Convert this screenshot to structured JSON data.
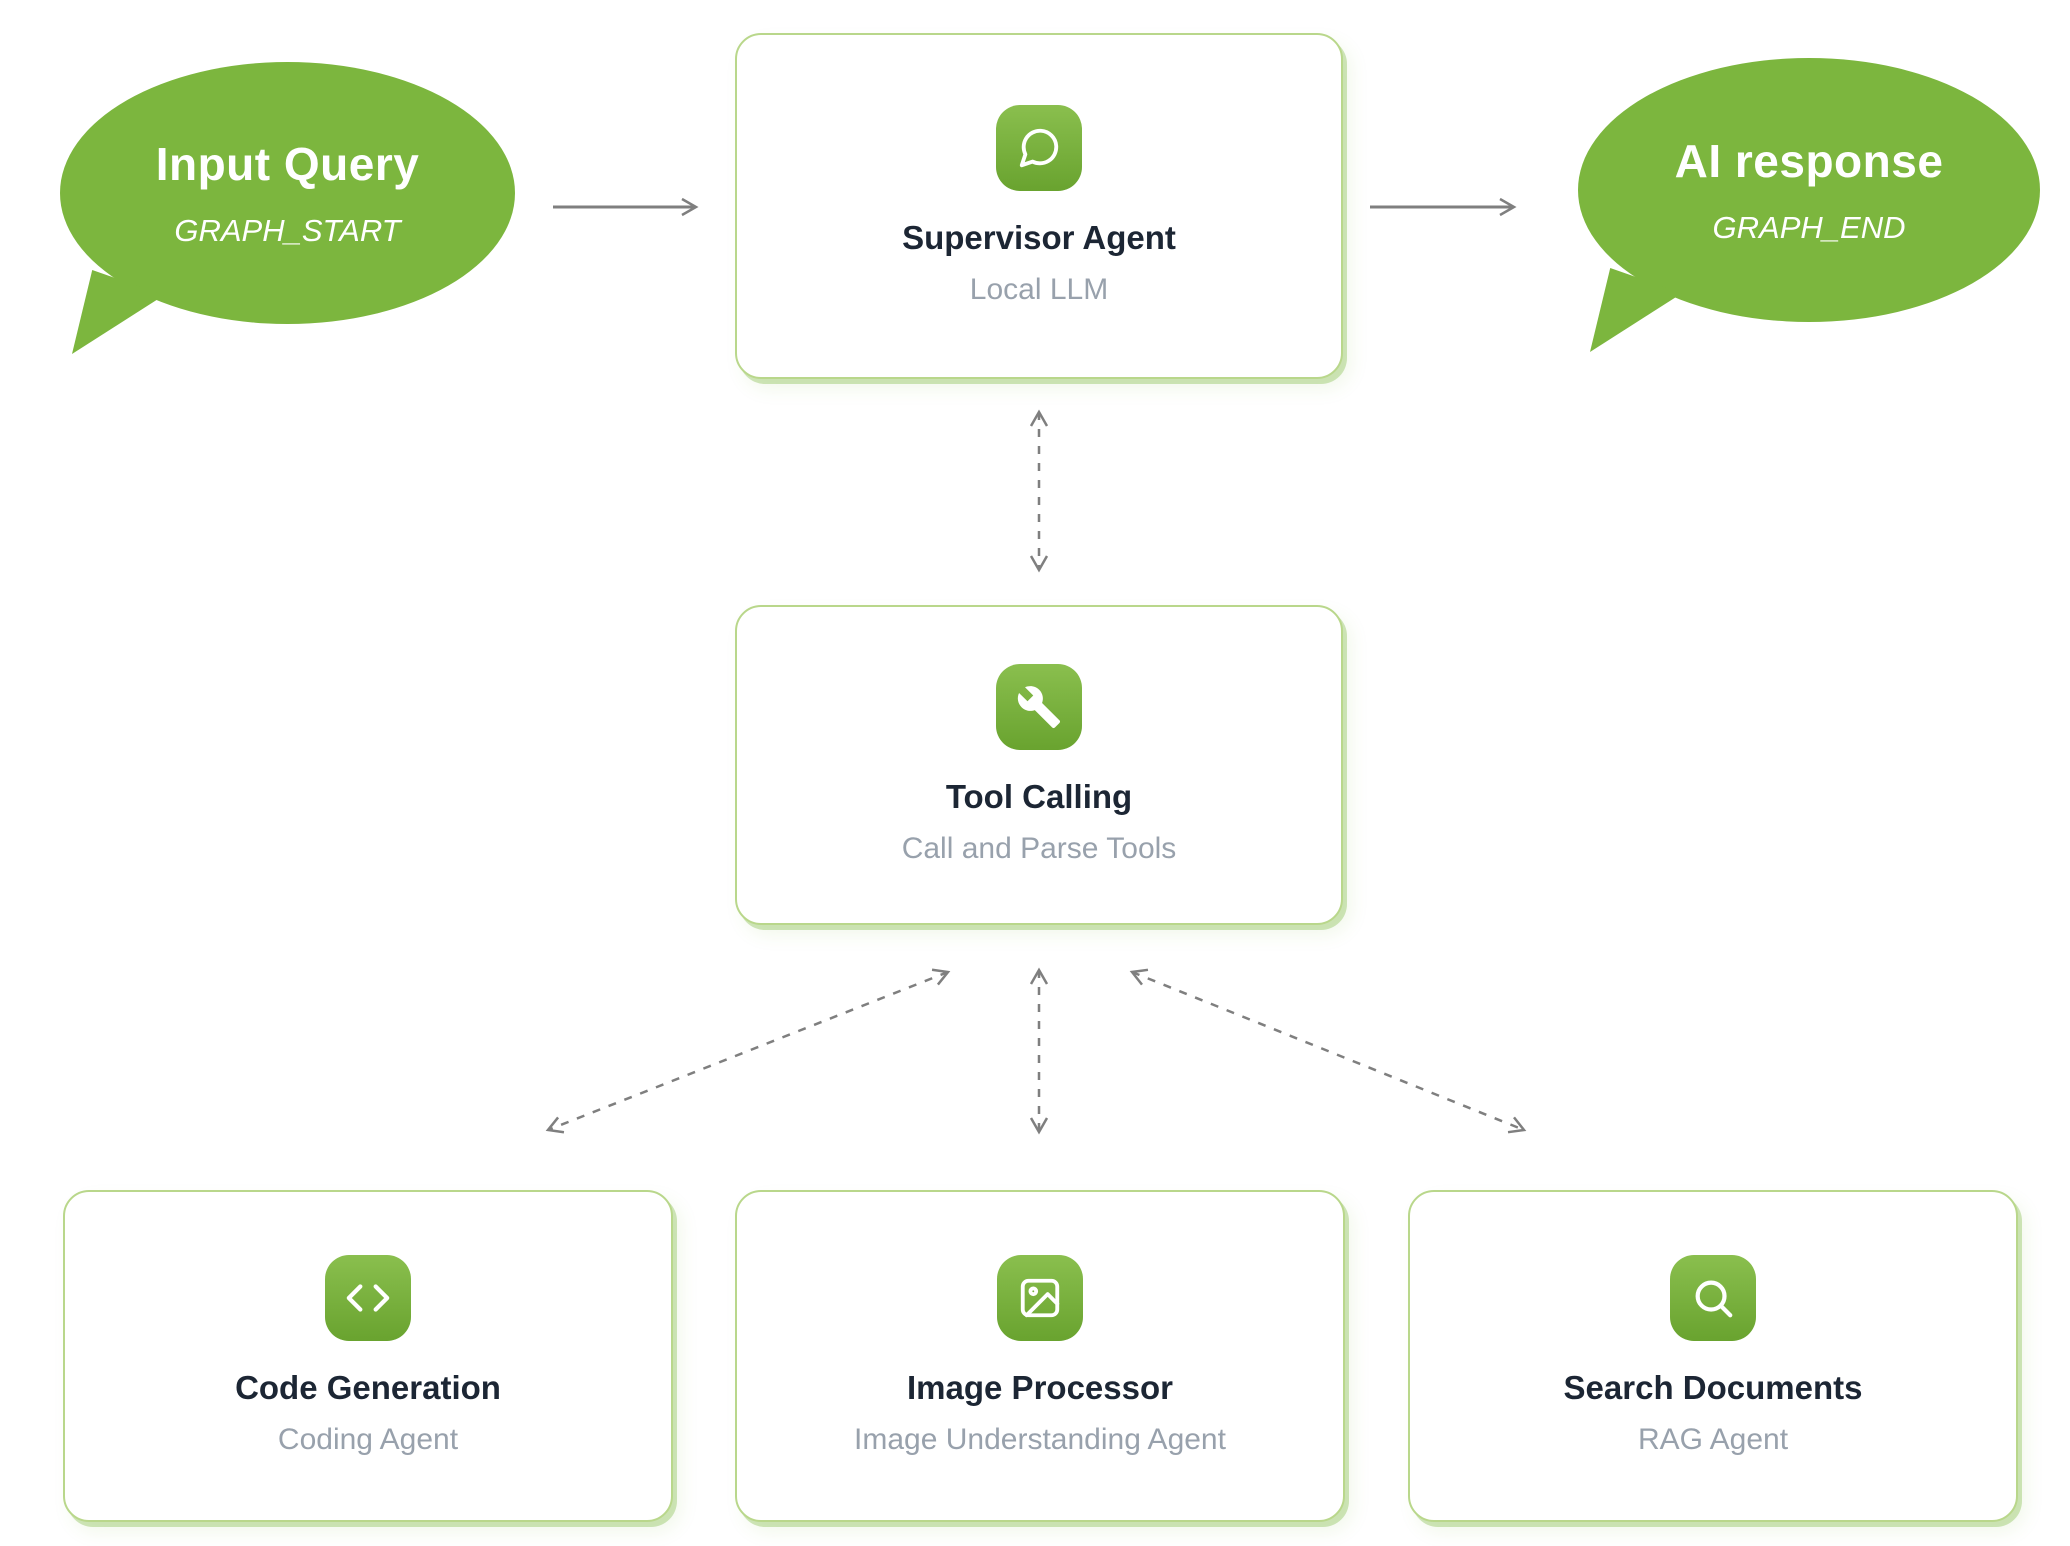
{
  "colors": {
    "background": "#ffffff",
    "brand_green": "#7cb63e",
    "icon_green_top": "#8abf4e",
    "icon_green_bottom": "#69a32f",
    "card_border": "#b9d78b",
    "title_text": "#1c2634",
    "subtitle_text": "#98a1ac",
    "arrow_gray": "#7f7f7f"
  },
  "bubbles": {
    "input": {
      "title": "Input Query",
      "subtitle": "GRAPH_START"
    },
    "output": {
      "title": "AI response",
      "subtitle": "GRAPH_END"
    }
  },
  "nodes": {
    "supervisor": {
      "title": "Supervisor Agent",
      "subtitle": "Local LLM",
      "icon": "chat-bubble-icon"
    },
    "tool_calling": {
      "title": "Tool Calling",
      "subtitle": "Call and Parse Tools",
      "icon": "wrench-icon"
    },
    "code_generation": {
      "title": "Code Generation",
      "subtitle": "Coding Agent",
      "icon": "code-brackets-icon"
    },
    "image_processor": {
      "title": "Image Processor",
      "subtitle": "Image Understanding Agent",
      "icon": "image-icon"
    },
    "search_documents": {
      "title": "Search Documents",
      "subtitle": "RAG Agent",
      "icon": "search-icon"
    }
  }
}
